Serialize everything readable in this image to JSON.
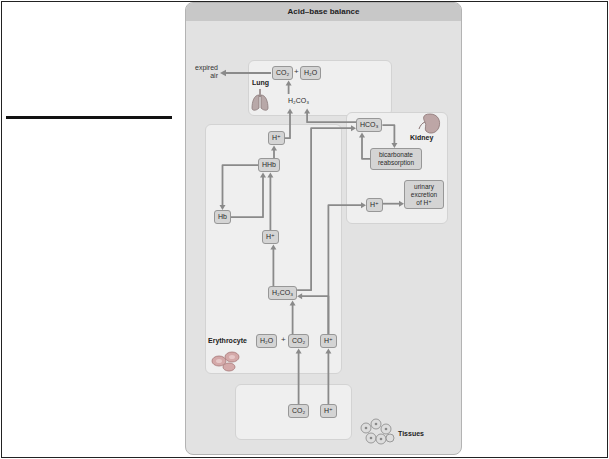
{
  "diagram": {
    "nodes": [
      {
        "text": [
          "Acid–base balance"
        ]
      },
      {
        "text": [
          "Lung"
        ],
        "in": 0
      },
      {
        "text": [
          "CO₂"
        ],
        "in": 1
      },
      {
        "text": [
          "H₂O"
        ],
        "in": 1
      },
      {
        "text": [
          "H₂CO₃"
        ],
        "in": 1
      },
      {
        "text": [
          "Kidney"
        ],
        "in": 0
      },
      {
        "text": [
          "HCO₃"
        ],
        "in": 5
      },
      {
        "text": [
          "bicarbonate reabsorption"
        ],
        "in": 5
      },
      {
        "text": [
          "urinary excretion of H⁺"
        ],
        "in": 5
      },
      {
        "text": [
          "H⁺"
        ],
        "in": 5
      },
      {
        "text": [
          "Erythrocyte"
        ],
        "in": 0
      },
      {
        "text": [
          "H⁺"
        ],
        "in": 10
      },
      {
        "text": [
          "HHb"
        ],
        "in": 10
      },
      {
        "text": [
          "Hb"
        ],
        "in": 10
      },
      {
        "text": [
          "H⁺"
        ],
        "in": 10
      },
      {
        "text": [
          "H₂CO₃"
        ],
        "in": 10
      },
      {
        "text": [
          "H₂O"
        ],
        "in": 10
      },
      {
        "text": [
          "CO₂"
        ],
        "in": 10
      },
      {
        "text": [
          "H⁺"
        ],
        "in": 10
      },
      {
        "text": [
          "Tissues"
        ],
        "in": 0
      },
      {
        "text": [
          "CO₂"
        ],
        "in": 19
      },
      {
        "text": [
          "H⁺"
        ],
        "in": 19
      }
    ],
    "edges": [
      {
        "from": 20,
        "to": 17,
        "arrow": "to"
      },
      {
        "from": 21,
        "to": 18,
        "arrow": "to"
      },
      {
        "from": 17,
        "to": 15,
        "arrow": "to"
      },
      {
        "from": 15,
        "to": 14,
        "arrow": "to"
      },
      {
        "from": 14,
        "to": 12,
        "arrow": "to"
      },
      {
        "from": 13,
        "to": 12,
        "arrow": "to"
      },
      {
        "from": 12,
        "to": 11,
        "arrow": "to"
      },
      {
        "from": 12,
        "to": 13,
        "arrow": "to"
      },
      {
        "from": 11,
        "to": 4,
        "arrow": "to"
      },
      {
        "from": 6,
        "to": 4,
        "arrow": "to"
      },
      {
        "from": 15,
        "to": 6,
        "arrow": "to"
      },
      {
        "from": 18,
        "to": 15,
        "arrow": "to"
      },
      {
        "from": 18,
        "to": 9,
        "arrow": "to"
      },
      {
        "from": 9,
        "to": 8,
        "arrow": "to"
      },
      {
        "from": 6,
        "to": 7,
        "arrow": "to"
      },
      {
        "from": 7,
        "to": 6,
        "arrow": "to"
      },
      {
        "from": 4,
        "to": 2,
        "arrow": "to"
      }
    ],
    "labels": [
      "expired air",
      "+",
      "+"
    ]
  }
}
